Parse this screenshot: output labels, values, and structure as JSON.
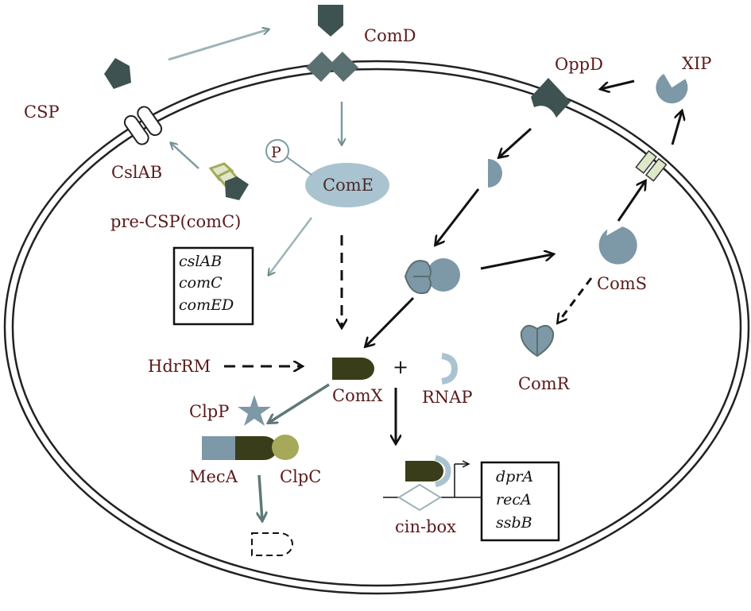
{
  "labels": {
    "comd": "ComD",
    "csp": "CSP",
    "oppd": "OppD",
    "xip": "XIP",
    "p": "P",
    "come": "ComE",
    "cslab": "CslAB",
    "pre_csp": "pre-CSP(comC)",
    "hdrrm": "HdrRM",
    "plus": "+",
    "comx": "ComX",
    "rnap": "RNAP",
    "clpp": "ClpP",
    "meca": "MecA",
    "clpc": "ClpC",
    "coms": "ComS",
    "comr": "ComR",
    "cin_box": "cin-box"
  },
  "gene_boxes": {
    "come_targets": [
      "cslAB",
      "comC",
      "comED"
    ],
    "comx_targets": [
      "dprA",
      "recA",
      "ssbB"
    ]
  },
  "colors": {
    "dark_slate": "#3f5252",
    "light_blue": "#a9c4d0",
    "mid_blue": "#7d98a6",
    "teal_arrow": "#5e7878",
    "olive_dark": "#3a3d1a",
    "olive_light": "#a6a85a",
    "pale_green": "#dde8c8",
    "black": "#111111"
  }
}
